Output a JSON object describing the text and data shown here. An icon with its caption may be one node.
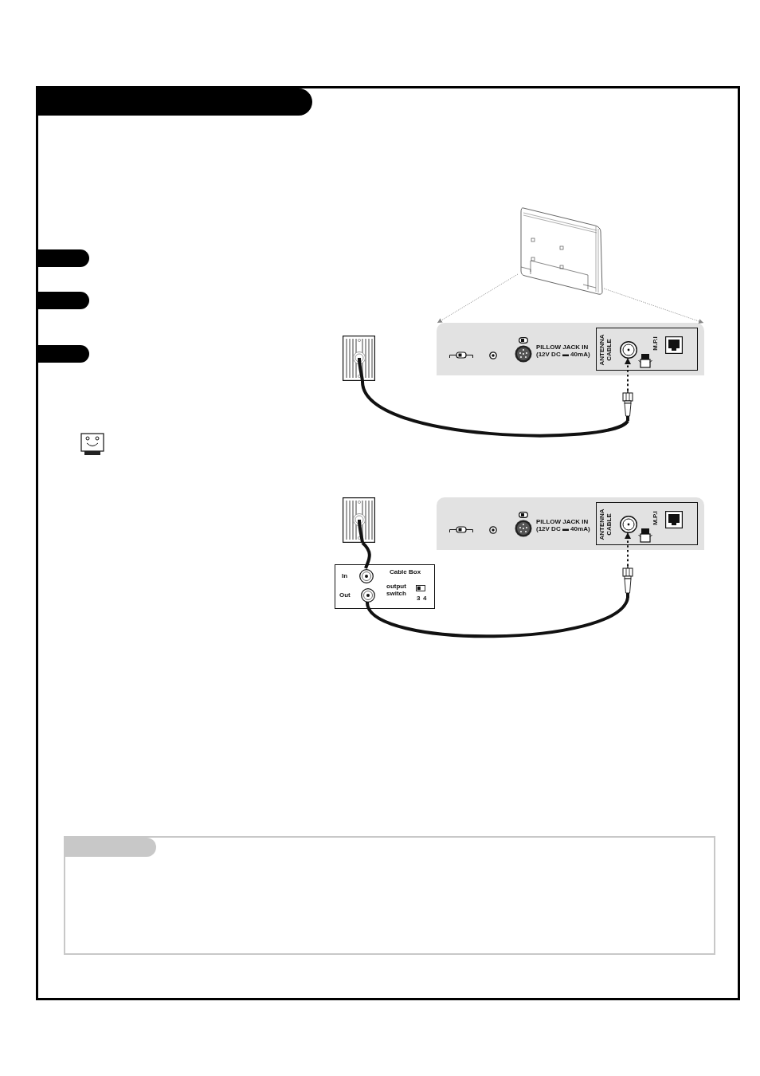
{
  "diagram": {
    "nodes": [
      {
        "text": [],
        "shape": "picture"
      },
      {
        "text": [],
        "shape": "picture"
      },
      {
        "text": [
          "PILLOW JACK IN (12V DC ▬ 40mA)"
        ]
      },
      {
        "text": [
          "ANTENNA CABLE",
          "M.P.I"
        ],
        "in": 2
      },
      {
        "text": [],
        "shape": "circle",
        "in": 3
      },
      {
        "text": [],
        "shape": "picture"
      },
      {
        "text": [],
        "shape": "picture"
      },
      {
        "text": [
          "PILLOW JACK IN (12V DC ▬ 40mA)"
        ]
      },
      {
        "text": [
          "ANTENNA CABLE",
          "M.P.I"
        ],
        "in": 7
      },
      {
        "text": [],
        "shape": "circle",
        "in": 8
      },
      {
        "text": [
          "Cable Box",
          "output switch",
          "3",
          "4"
        ]
      },
      {
        "text": [],
        "shape": "circle",
        "in": 10,
        "beside": [
          "In"
        ]
      },
      {
        "text": [],
        "shape": "circle",
        "in": 10,
        "beside": [
          "Out"
        ]
      },
      {
        "text": [],
        "shape": "picture"
      }
    ],
    "edges": [
      {
        "from": 0,
        "to": 2,
        "arrow": "to",
        "style": "dashed",
        "color": "#888888"
      },
      {
        "from": 0,
        "to": 2,
        "arrow": "to",
        "style": "dashed",
        "color": "#888888"
      },
      {
        "from": 1,
        "to": 5,
        "arrow": "none"
      },
      {
        "from": 5,
        "to": 4,
        "arrow": "to",
        "style": "dashed"
      },
      {
        "from": 6,
        "to": 11,
        "arrow": "none"
      },
      {
        "from": 12,
        "to": 13,
        "arrow": "none"
      },
      {
        "from": 13,
        "to": 9,
        "arrow": "to",
        "style": "dashed"
      }
    ]
  }
}
